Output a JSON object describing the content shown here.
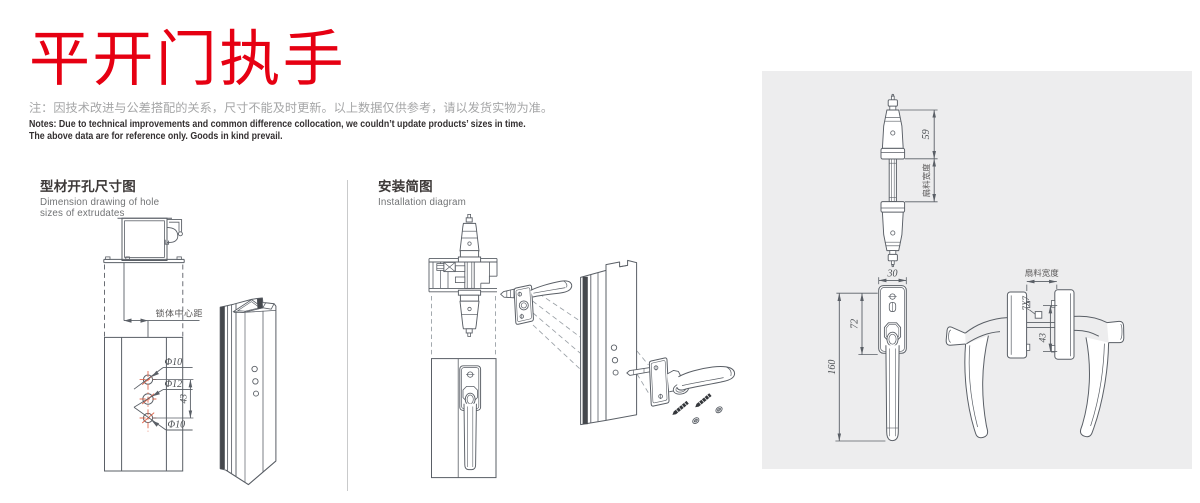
{
  "page": {
    "background": "#ffffff",
    "panel_background": "#ededee",
    "accent_red": "#e60012",
    "drawing_line_color": "#5a5f66",
    "hole_mark_color": "#e0684e"
  },
  "header": {
    "title": "平开门执手",
    "note_cn": "注：因技术改进与公差搭配的关系，尺寸不能及时更新。以上数据仅供参考，请以发货实物为准。",
    "note_en1": "Notes: Due to technical improvements and common difference collocation, we couldn’t update products’ sizes in time.",
    "note_en2": "The above data are for reference only. Goods in kind prevail."
  },
  "sections": {
    "hole_dim": {
      "title_cn": "型材开孔尺寸图",
      "title_en1": "Dimension drawing of hole",
      "title_en2": "sizes of extrudates",
      "labels": {
        "lock_center": "锁体中心距",
        "hole_top": "Φ10",
        "hole_mid": "Φ12",
        "hole_bot": "Φ10",
        "spacing": "43"
      }
    },
    "install": {
      "title_cn": "安装简图",
      "title_en": "Installation diagram"
    },
    "product": {
      "labels": {
        "handle_height": "59",
        "sash_width_side": "扇料宽度",
        "width": "30",
        "plate_length": "72",
        "total_length": "160",
        "sash_width_pair": "扇料宽度",
        "spindle": "7X7",
        "hole_distance": "43"
      }
    }
  }
}
